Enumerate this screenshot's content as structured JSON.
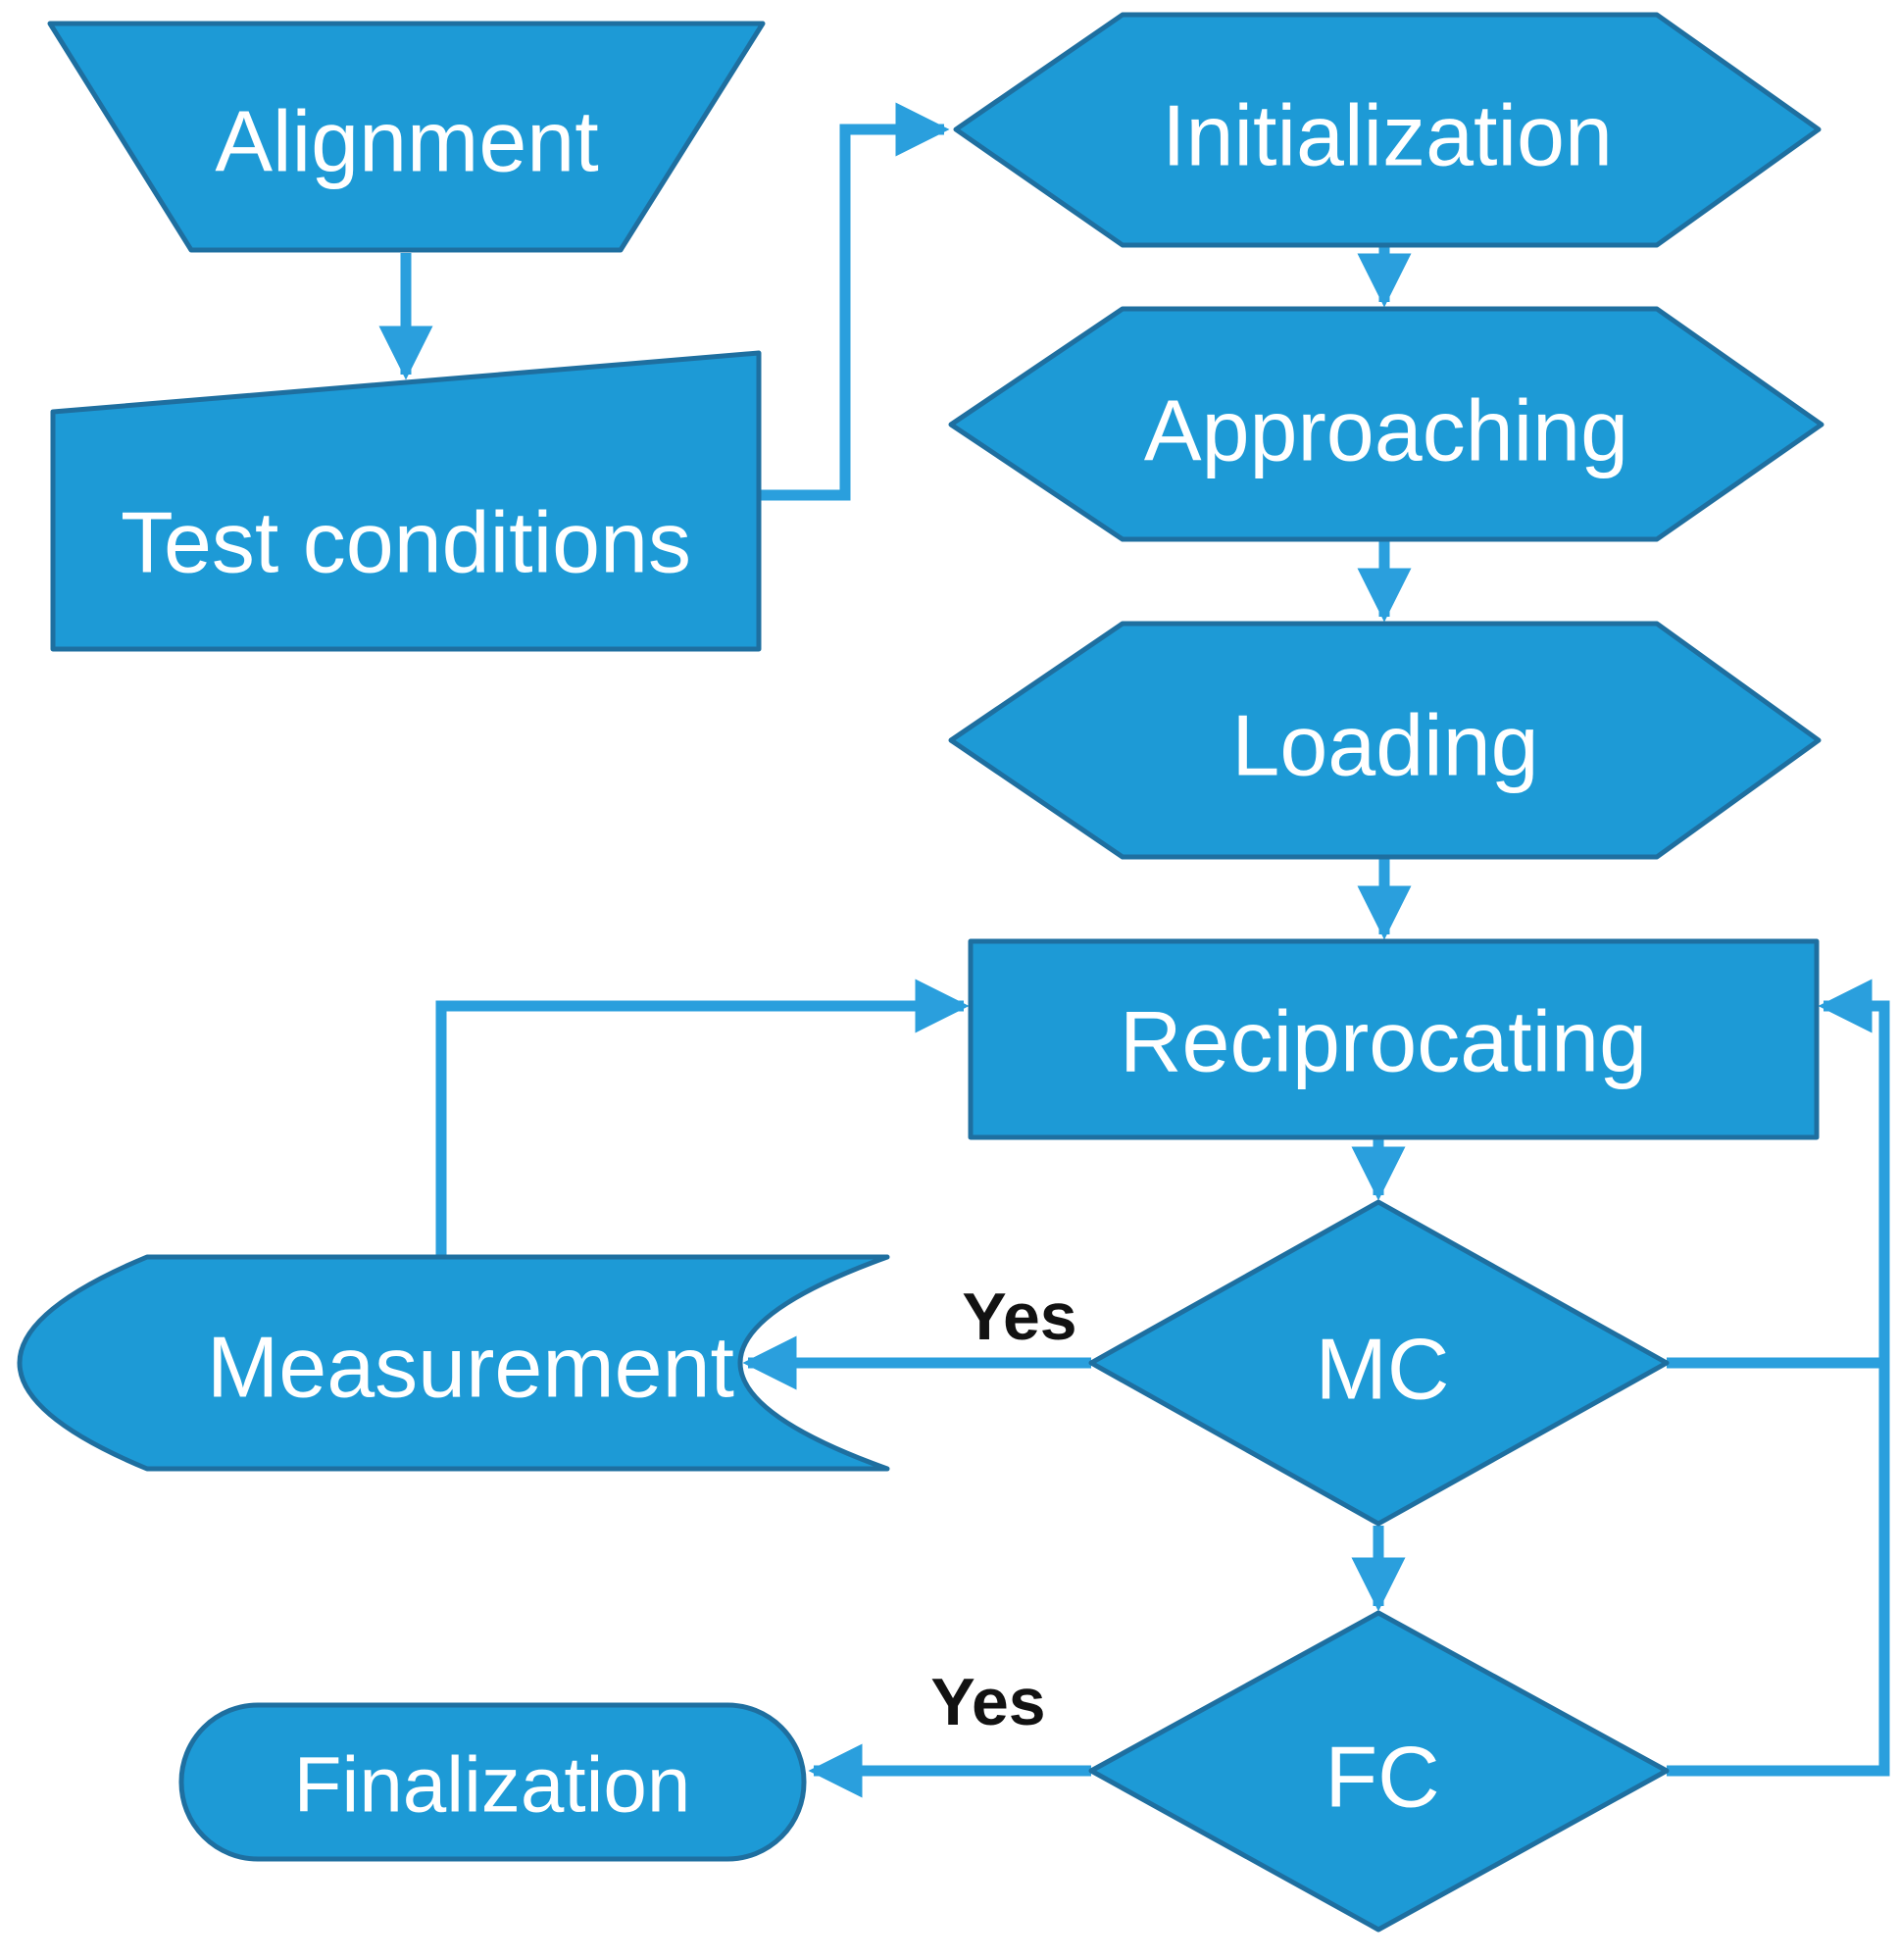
{
  "diagram": {
    "type": "flowchart",
    "nodes": {
      "alignment": {
        "label": "Alignment",
        "shape": "manual-operation-trapezoid"
      },
      "test_conditions": {
        "label": "Test conditions",
        "shape": "manual-input-quadrilateral"
      },
      "initialization": {
        "label": "Initialization",
        "shape": "hexagon"
      },
      "approaching": {
        "label": "Approaching",
        "shape": "hexagon"
      },
      "loading": {
        "label": "Loading",
        "shape": "hexagon"
      },
      "reciprocating": {
        "label": "Reciprocating",
        "shape": "process-rectangle"
      },
      "mc": {
        "label": "MC",
        "shape": "decision-diamond"
      },
      "measurement": {
        "label": "Measurement",
        "shape": "stored-data"
      },
      "fc": {
        "label": "FC",
        "shape": "decision-diamond"
      },
      "finalization": {
        "label": "Finalization",
        "shape": "terminator-stadium"
      }
    },
    "edge_labels": {
      "mc_yes": "Yes",
      "fc_yes": "Yes"
    },
    "colors": {
      "shape-fill": "#1D9AD6",
      "shape-stroke": "#1E6FA0",
      "connector": "#2A9FDD",
      "node-text": "#FFFFFF",
      "edge-label-text": "#121212",
      "background": "#FFFFFF"
    }
  }
}
